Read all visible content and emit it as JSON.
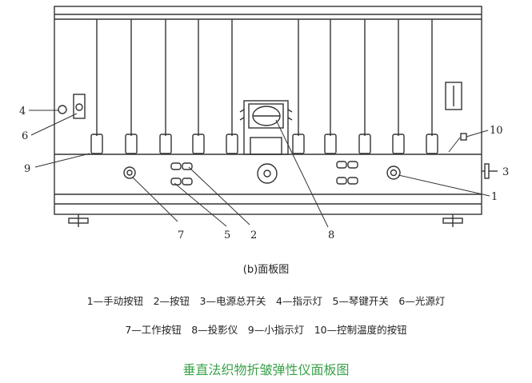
{
  "callouts": [
    "4",
    "6",
    "9",
    "7",
    "5",
    "2",
    "8",
    "1",
    "3",
    "10"
  ],
  "caption": "(b)面板图",
  "legend_line1": "1—手动按钮　2—按钮　3—电源总开关　4—指示灯　5—琴键开关　6—光源灯",
  "legend_line2": "7—工作按钮　8—投影仪　9—小指示灯　10—控制温度的按钮",
  "title": "垂直法织物折皱弹性仪面板图",
  "colors": {
    "line": "#333333",
    "title": "#3aa24a"
  }
}
